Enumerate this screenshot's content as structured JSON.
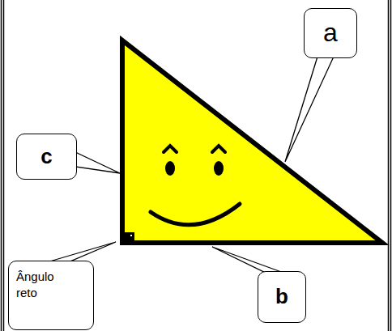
{
  "diagram": {
    "nodes": [
      {
        "text": [
          "a"
        ]
      },
      {
        "text": [
          "c"
        ]
      },
      {
        "text": [
          "Ângulo reto"
        ]
      },
      {
        "text": [
          "b"
        ]
      }
    ]
  }
}
